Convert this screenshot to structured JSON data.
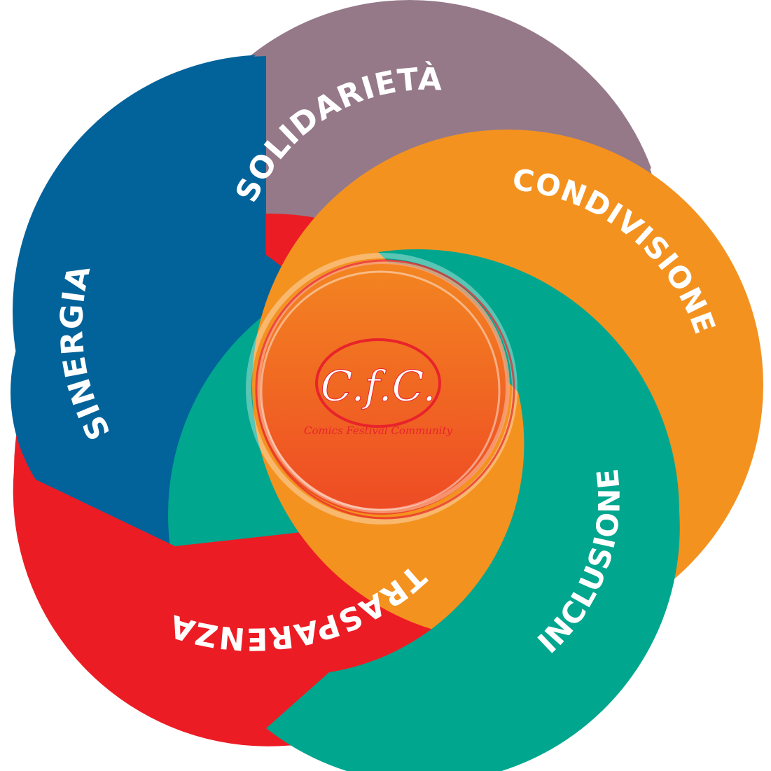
{
  "petals": [
    {
      "id": "solidarieta",
      "label": "SOLIDARIETÀ",
      "color": "#957989"
    },
    {
      "id": "sinergia",
      "label": "SINERGIA",
      "color": "#02639B"
    },
    {
      "id": "trasparenza",
      "label": "TRASPARENZA",
      "color": "#EC1C24"
    },
    {
      "id": "inclusione",
      "label": "INCLUSIONE",
      "color": "#00A68E"
    },
    {
      "id": "condivisione",
      "label": "CONDIVISIONE",
      "color": "#F4921F"
    }
  ],
  "logo": {
    "monogram": "C.f.C.",
    "tagline": "Comics Festival Community",
    "center_color_top": "#F38521",
    "center_color_bottom": "#EE4A24",
    "accent_color": "#E8232B"
  }
}
